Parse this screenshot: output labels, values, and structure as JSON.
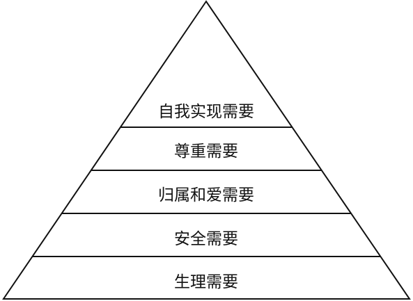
{
  "diagram": {
    "levels": [
      {
        "label": "自我实现需要"
      },
      {
        "label": "尊重需要"
      },
      {
        "label": "归属和爱需要"
      },
      {
        "label": "安全需要"
      },
      {
        "label": "生理需要"
      }
    ]
  }
}
